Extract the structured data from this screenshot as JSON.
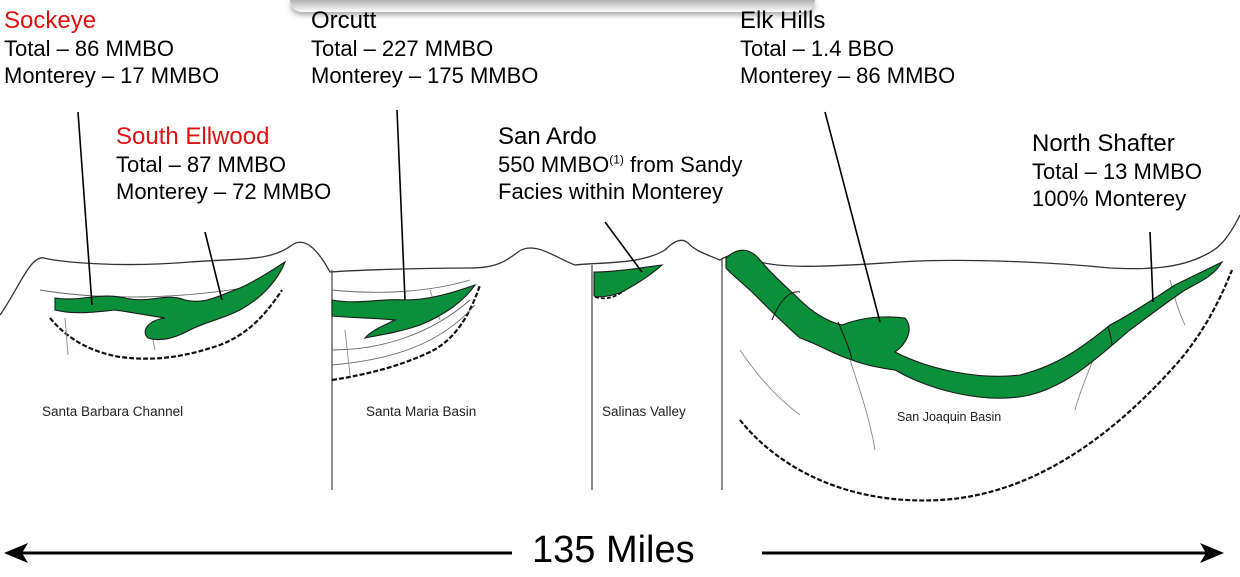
{
  "fields": {
    "sockeye": {
      "name": "Sockeye",
      "line1": "Total – 86 MMBO",
      "line2": "Monterey – 17 MMBO"
    },
    "south_ellwood": {
      "name": "South Ellwood",
      "line1": "Total – 87 MMBO",
      "line2": "Monterey – 72 MMBO"
    },
    "orcutt": {
      "name": "Orcutt",
      "line1": "Total – 227 MMBO",
      "line2": "Monterey – 175 MMBO"
    },
    "san_ardo": {
      "name": "San Ardo",
      "line1_pre": "550 MMBO",
      "line1_sup": "(1)",
      "line1_post": " from Sandy",
      "line2": "Facies within Monterey"
    },
    "elk_hills": {
      "name": "Elk Hills",
      "line1": "Total – 1.4 BBO",
      "line2": "Monterey – 86 MMBO"
    },
    "north_shafter": {
      "name": "North Shafter",
      "line1": "Total – 13 MMBO",
      "line2": "100% Monterey"
    }
  },
  "basins": {
    "santa_barbara": "Santa Barbara Channel",
    "santa_maria": "Santa Maria Basin",
    "salinas": "Salinas Valley",
    "san_joaquin": "San Joaquin Basin"
  },
  "scale_bar": {
    "label": "135 Miles"
  },
  "colors": {
    "monterey_fill": "#0a8f3a",
    "highlight_red": "#e01010",
    "outline": "#1a1a1a"
  }
}
